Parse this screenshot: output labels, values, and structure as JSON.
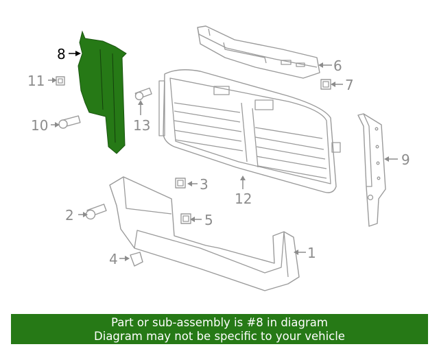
{
  "callouts": {
    "c1": "1",
    "c2": "2",
    "c3": "3",
    "c4": "4",
    "c5": "5",
    "c6": "6",
    "c7": "7",
    "c8": "8",
    "c9": "9",
    "c10": "10",
    "c11": "11",
    "c12": "12",
    "c13": "13"
  },
  "highlight_color": "#267916",
  "banner": {
    "line1": "Part or sub-assembly is #8 in diagram",
    "line2": "Diagram may not be specific to your vehicle"
  }
}
